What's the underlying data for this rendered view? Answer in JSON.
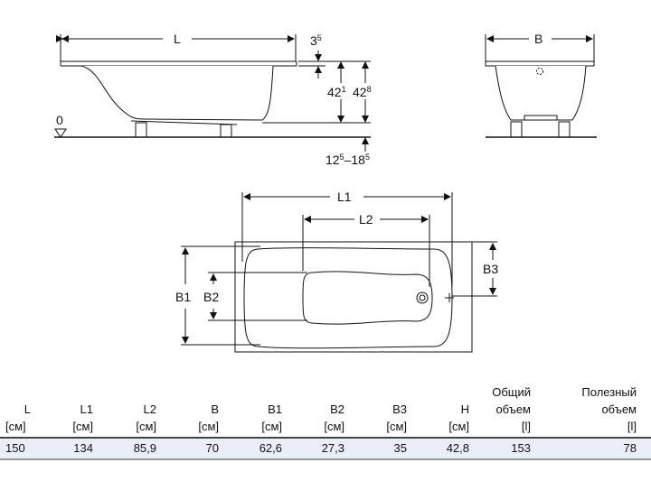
{
  "side_view": {
    "length_label": "L",
    "rim_label": "3",
    "rim_sup": "5",
    "inner_height_label": "42",
    "inner_height_sup": "1",
    "total_height_label": "42",
    "total_height_sup": "8",
    "floor_label": "0",
    "feet_label_a": "12",
    "feet_sup_a": "5",
    "feet_dash": "–18",
    "feet_sup_b": "5"
  },
  "end_view": {
    "width_label": "B"
  },
  "top_view": {
    "l1_label": "L1",
    "l2_label": "L2",
    "b1_label": "B1",
    "b2_label": "B2",
    "b3_label": "B3"
  },
  "table": {
    "headers": [
      {
        "name": "L",
        "unit": "[см]"
      },
      {
        "name": "L1",
        "unit": "[см]"
      },
      {
        "name": "L2",
        "unit": "[см]"
      },
      {
        "name": "B",
        "unit": "[см]"
      },
      {
        "name": "B1",
        "unit": "[см]"
      },
      {
        "name": "B2",
        "unit": "[см]"
      },
      {
        "name": "B3",
        "unit": "[см]"
      },
      {
        "name": "H",
        "unit": "[см]"
      },
      {
        "line1": "Общий",
        "name": "объем",
        "unit": "[l]"
      },
      {
        "line1": "Полезный",
        "name": "объем",
        "unit": "[l]"
      }
    ],
    "row": [
      "150",
      "134",
      "85,9",
      "70",
      "62,6",
      "27,3",
      "35",
      "42,8",
      "153",
      "78"
    ]
  }
}
